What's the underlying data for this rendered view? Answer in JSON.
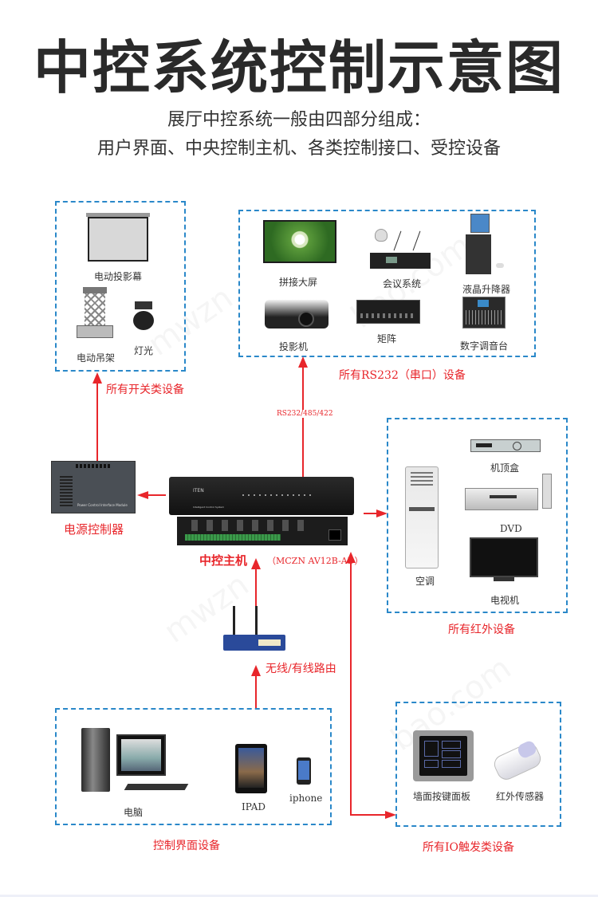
{
  "header": {
    "title": "中控系统控制示意图",
    "subtitle_line1": "展厅中控系统一般由四部分组成：",
    "subtitle_line2": "用户界面、中央控制主机、各类控制接口、受控设备"
  },
  "groups": {
    "switch": {
      "caption": "所有开关类设备",
      "items": [
        "电动投影幕",
        "电动吊架",
        "灯光"
      ]
    },
    "rs232": {
      "caption": "所有RS232（串口）设备",
      "items": [
        "拼接大屏",
        "会议系统",
        "液晶升降器",
        "投影机",
        "矩阵",
        "数字调音台"
      ]
    },
    "ir": {
      "caption": "所有红外设备",
      "items": [
        "机顶盒",
        "DVD",
        "空调",
        "电视机"
      ]
    },
    "ui": {
      "caption": "控制界面设备",
      "items": [
        "电脑",
        "IPAD",
        "iphone"
      ]
    },
    "io": {
      "caption": "所有IO触发类设备",
      "items": [
        "墙面按键面板",
        "红外传感器"
      ]
    }
  },
  "central": {
    "label": "中控主机",
    "model": "（MCZN AV12B-AD）",
    "brand_text": "ITEN",
    "panel_text": "Intelligent Control System"
  },
  "power": {
    "label": "电源控制器",
    "panel_text": "Power Control Interface Module"
  },
  "router": {
    "label": "无线/有线路由"
  },
  "link": {
    "rs_label": "RS232/485/422"
  },
  "colors": {
    "accent_red": "#e8262b",
    "dash_blue": "#2a88c9",
    "title": "#2a2a2a"
  }
}
